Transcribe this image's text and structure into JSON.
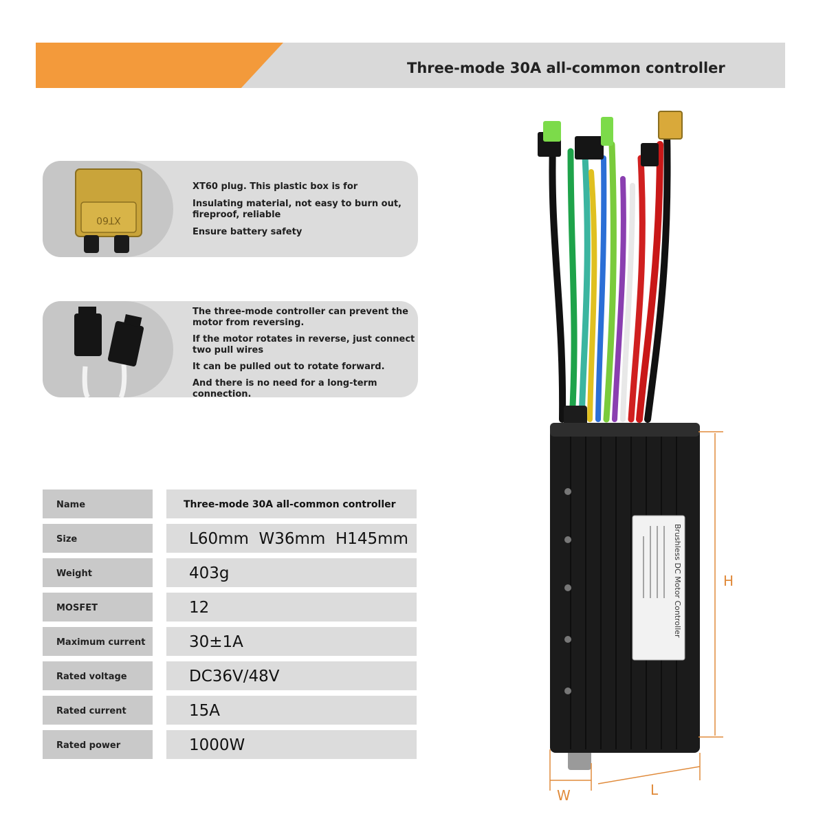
{
  "banner": {
    "title": "Three-mode 30A all-common controller"
  },
  "features": [
    {
      "icon": "xt60-plug-icon",
      "plug_label": "XT60",
      "lines": [
        "XT60 plug. This plastic box is for",
        "Insulating material, not easy to burn out, fireproof, reliable",
        "Ensure battery safety"
      ]
    },
    {
      "icon": "pull-wire-connector-icon",
      "lines": [
        "The three-mode controller can prevent the motor from reversing.",
        "If the motor rotates in reverse, just connect two pull wires",
        "It can be pulled out to rotate forward.",
        "And there is no need for a long-term connection."
      ]
    }
  ],
  "specs": [
    {
      "label": "Name",
      "value": "Three-mode 30A all-common controller"
    },
    {
      "label": "Size",
      "value": "L60mm  W36mm  H145mm"
    },
    {
      "label": "Weight",
      "value": "403g"
    },
    {
      "label": "MOSFET",
      "value": "12"
    },
    {
      "label": "Maximum current",
      "value": "30±1A"
    },
    {
      "label": "Rated voltage",
      "value": "DC36V/48V"
    },
    {
      "label": "Rated current",
      "value": "15A"
    },
    {
      "label": "Rated power",
      "value": "1000W"
    }
  ],
  "product": {
    "sticker_title": "Brushless DC Motor Controller",
    "dimensions": {
      "height": "H",
      "width": "W",
      "length": "L"
    }
  },
  "colors": {
    "accent": "#f39a3b",
    "dimension_line": "#e08a3a"
  }
}
